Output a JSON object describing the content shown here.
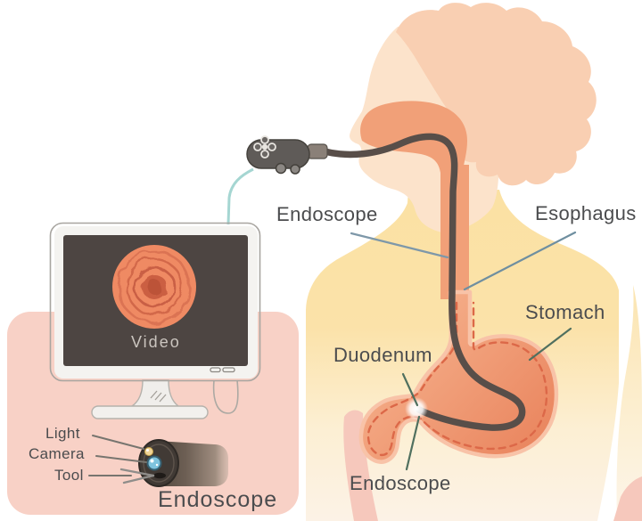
{
  "illustration": {
    "subject": "Upper endoscopy diagram",
    "anatomy_labels": {
      "endoscope_upper": "Endoscope",
      "esophagus": "Esophagus",
      "stomach": "Stomach",
      "duodenum": "Duodenum",
      "endoscope_lower": "Endoscope"
    },
    "monitor": {
      "screen_caption": "Video"
    },
    "scope_tip": {
      "light": "Light",
      "camera": "Camera",
      "tool": "Tool",
      "caption": "Endoscope"
    },
    "colors": {
      "skin": "#FCE3CB",
      "hair": "#F9CFB2",
      "shirt_yellow": "#FBE1A3",
      "backdrop_pink": "#F8D1C6",
      "organ_coral": "#ED8A64",
      "mouth_salmon": "#F1A078",
      "scope_gray": "#584E49",
      "screen_dark": "#4D4542",
      "cable_teal": "#A5D6D2",
      "label_text": "#4B4C4E",
      "pointer_blue": "#7E98A9",
      "pointer_green": "#50705F"
    }
  }
}
